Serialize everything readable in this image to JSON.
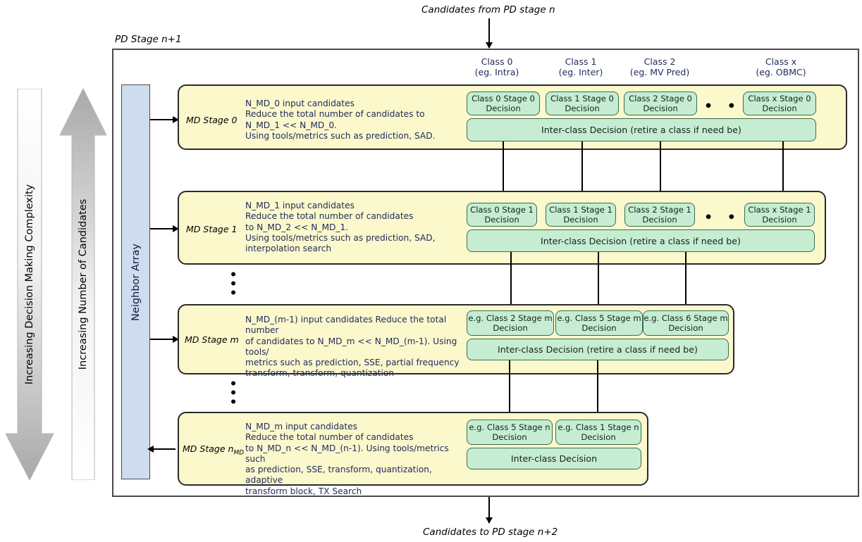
{
  "diagram": {
    "title_top": "Candidates from PD stage n",
    "title_bottom": "Candidates to PD stage n+2",
    "pd_stage_label": "PD Stage n+1",
    "colors": {
      "stage_fill": "#fbf8cc",
      "decision_fill": "#c6edd2",
      "neighbor_fill": "#cfdcf0",
      "header_text": "#1f2a5a",
      "frame_border": "#4a4a4a"
    }
  },
  "side_axes": [
    {
      "name": "complexity-axis",
      "label": "Increasing Decision Making Complexity",
      "direction": "down"
    },
    {
      "name": "candidates-axis",
      "label": "Increasing Number of Candidates",
      "direction": "up"
    }
  ],
  "neighbor_array": {
    "label": "Neighbor Array"
  },
  "class_headers": [
    {
      "name": "Class 0",
      "example": "(eg. Intra)"
    },
    {
      "name": "Class 1",
      "example": "(eg. Inter)"
    },
    {
      "name": "Class 2",
      "example": "(eg. MV Pred)"
    },
    {
      "name": "Class x",
      "example": "(eg. OBMC)"
    }
  ],
  "ellipsis": {
    "horizontal": "• • •",
    "vertical_top": "⋮",
    "vertical_bottom": "⋮"
  },
  "stages": [
    {
      "id": "md-stage-0",
      "name": "MD Stage 0",
      "name_sub": "",
      "description": "N_MD_0 input candidates\nReduce the total number of candidates to\nN_MD_1 << N_MD_0.\nUsing tools/metrics such as prediction, SAD.",
      "decisions": [
        "Class 0 Stage 0 Decision",
        "Class 1 Stage 0 Decision",
        "Class 2 Stage 0 Decision",
        "Class x Stage 0 Decision"
      ],
      "inter_class": "Inter-class Decision (retire a class if need be)",
      "has_horizontal_ellipsis": true
    },
    {
      "id": "md-stage-1",
      "name": "MD Stage 1",
      "name_sub": "",
      "description": "N_MD_1 input candidates\nReduce the total number of candidates\nto N_MD_2 << N_MD_1.\nUsing tools/metrics such as prediction, SAD,\ninterpolation search",
      "decisions": [
        "Class 0 Stage 1 Decision",
        "Class 1 Stage 1 Decision",
        "Class 2 Stage 1 Decision",
        "Class x Stage 1 Decision"
      ],
      "inter_class": "Inter-class Decision (retire a class if need be)",
      "has_horizontal_ellipsis": true
    },
    {
      "id": "md-stage-m",
      "name": "MD Stage m",
      "name_sub": "",
      "description": "N_MD_(m-1) input candidates Reduce the total number\nof candidates to N_MD_m << N_MD_(m-1). Using tools/\nmetrics such as prediction, SSE, partial frequency\ntransform, transform, quantization",
      "decisions": [
        "e.g. Class 2 Stage m Decision",
        "e.g. Class 5 Stage m Decision",
        "e.g. Class 6 Stage m Decision"
      ],
      "inter_class": "Inter-class Decision (retire a class if need be)",
      "has_horizontal_ellipsis": false
    },
    {
      "id": "md-stage-n",
      "name": "MD Stage n",
      "name_sub": "MD",
      "description": "N_MD_m input candidates\nReduce the total number of candidates\nto N_MD_n << N_MD_(n-1). Using tools/metrics such\nas prediction, SSE, transform, quantization, adaptive\ntransform block, TX Search",
      "decisions": [
        "e.g. Class 5 Stage n Decision",
        "e.g. Class 1 Stage n Decision"
      ],
      "inter_class": "Inter-class Decision",
      "has_horizontal_ellipsis": false
    }
  ]
}
